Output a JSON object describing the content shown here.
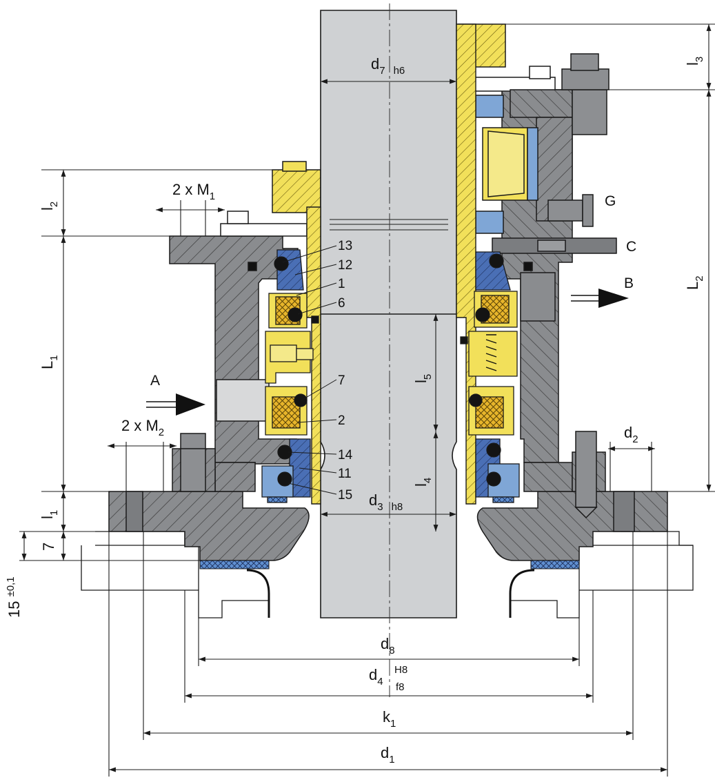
{
  "drawing": {
    "dimensions": {
      "d7": {
        "main": "d",
        "sub": "7",
        "tol": "h6"
      },
      "d3": {
        "main": "d",
        "sub": "3",
        "tol": "h8"
      },
      "d8": {
        "main": "d",
        "sub": "8"
      },
      "d4": {
        "main": "d",
        "sub": "4",
        "tol_upper": "H8",
        "tol_lower": "f8"
      },
      "k1": {
        "main": "k",
        "sub": "1"
      },
      "d1": {
        "main": "d",
        "sub": "1"
      },
      "d2": {
        "main": "d",
        "sub": "2"
      },
      "L1": {
        "main": "L",
        "sub": "1"
      },
      "L2": {
        "main": "L",
        "sub": "2"
      },
      "l1": {
        "main": "l",
        "sub": "1"
      },
      "l2": {
        "main": "l",
        "sub": "2"
      },
      "l3": {
        "main": "l",
        "sub": "3"
      },
      "l4": {
        "main": "l",
        "sub": "4"
      },
      "l5": {
        "main": "l",
        "sub": "5"
      },
      "seven": {
        "main": "7"
      },
      "fifteen": {
        "main": "15",
        "tol": "±0,1"
      },
      "m1": {
        "main": "2 x M",
        "sub": "1"
      },
      "m2": {
        "main": "2 x M",
        "sub": "2"
      }
    },
    "ports": {
      "a": "A",
      "b": "B",
      "c": "C",
      "g": "G"
    },
    "callouts": [
      "13",
      "12",
      "1",
      "6",
      "7",
      "2",
      "14",
      "11",
      "15"
    ],
    "colors": {
      "housing": "#8a8c8f",
      "shaft": "#cfd1d3",
      "yellow": "#f2e05a",
      "blue": "#4a6fb5",
      "light_blue": "#7fa6d6",
      "seal_black": "#141414",
      "line": "#1a1a1a"
    }
  }
}
